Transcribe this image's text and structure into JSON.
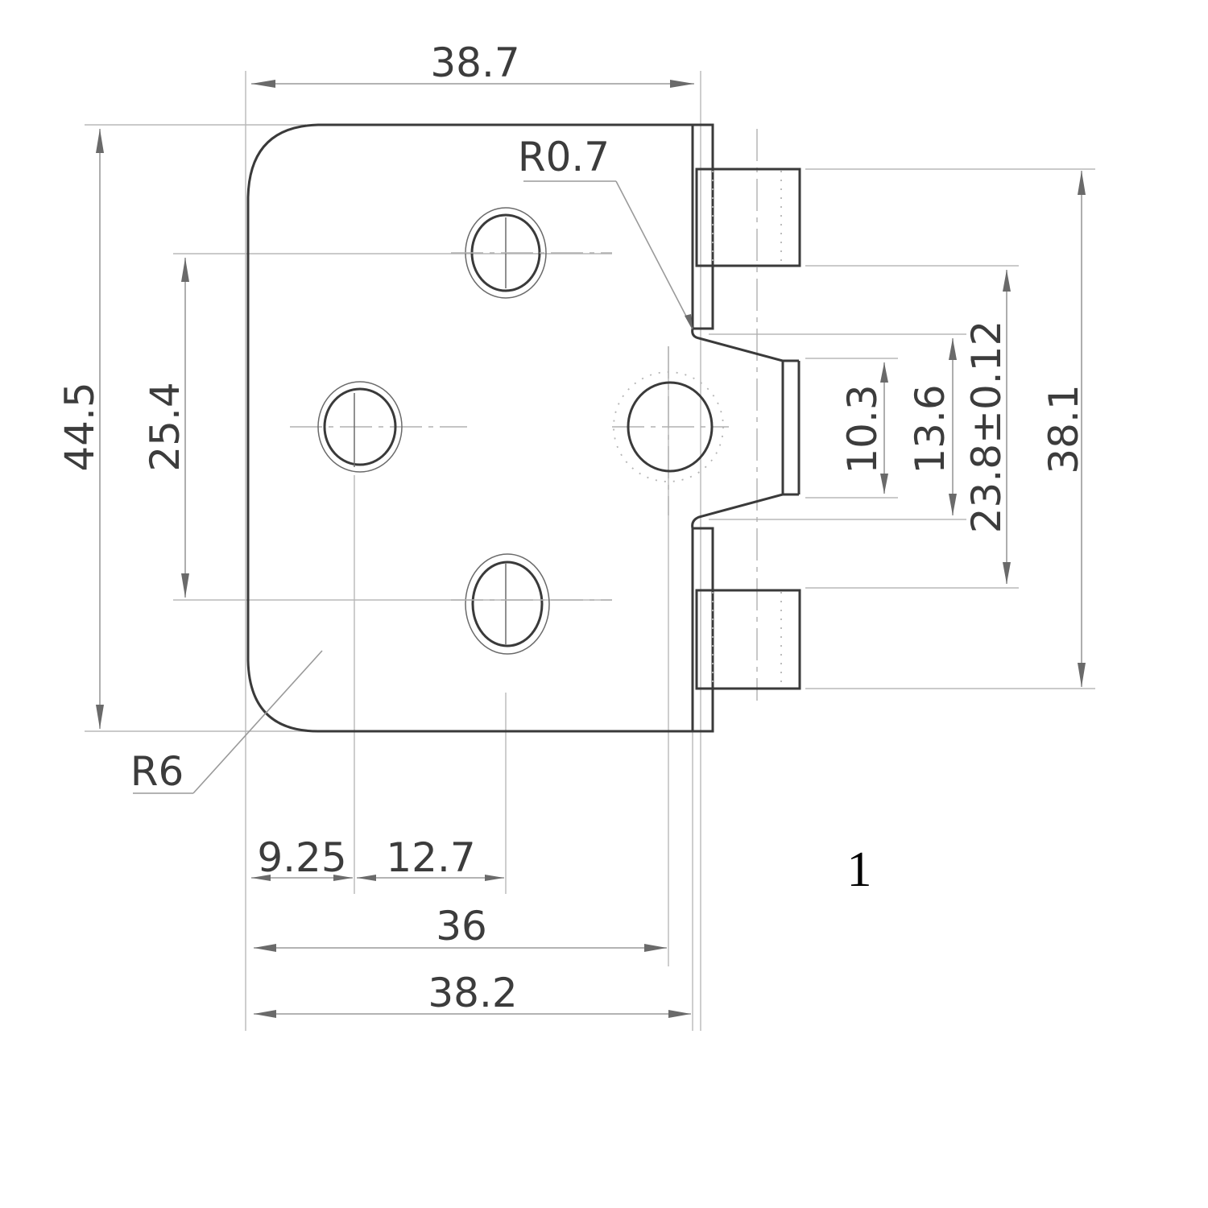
{
  "drawing": {
    "figure_number": "1",
    "dimensions": {
      "top_width": "38.7",
      "corner_small_radius": "R0.7",
      "overall_height": "44.5",
      "hole_spacing_vertical": "25.4",
      "corner_large_radius": "R6",
      "hole_offset_left": "9.25",
      "hole_offset_center": "12.7",
      "body_width": "36",
      "overall_width": "38.2",
      "slot_inner_width": "10.3",
      "slot_opening": "13.6",
      "tab_inner_span": "23.8±0.12",
      "tab_outer_span": "38.1"
    }
  }
}
